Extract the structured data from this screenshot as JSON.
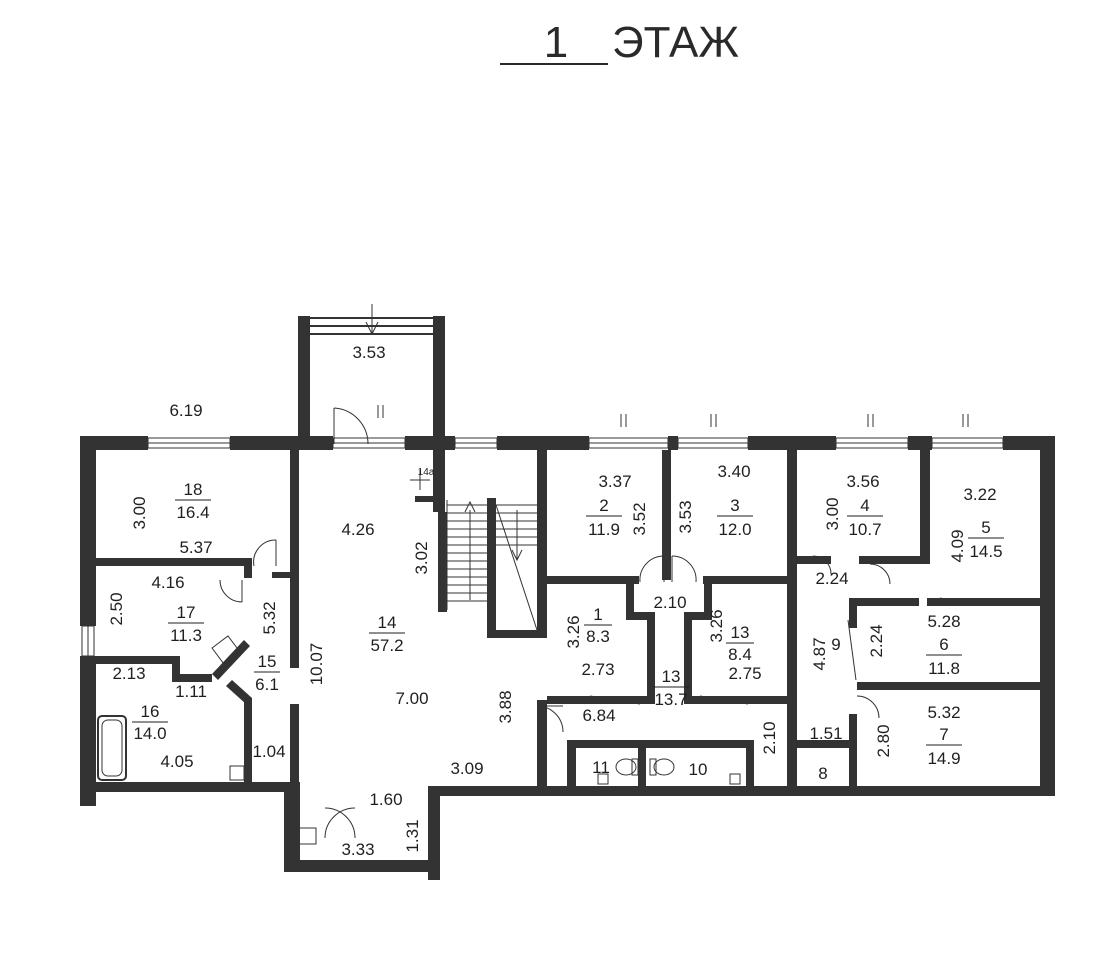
{
  "title": {
    "number": "1",
    "word": "ЭТАЖ"
  },
  "rooms": [
    {
      "id": "r1",
      "num": "1",
      "area": "8.3"
    },
    {
      "id": "r2",
      "num": "2",
      "area": "11.9"
    },
    {
      "id": "r3",
      "num": "3",
      "area": "12.0"
    },
    {
      "id": "r4",
      "num": "4",
      "area": "10.7"
    },
    {
      "id": "r5",
      "num": "5",
      "area": "14.5"
    },
    {
      "id": "r6",
      "num": "6",
      "area": "11.8"
    },
    {
      "id": "r7",
      "num": "7",
      "area": "14.9"
    },
    {
      "id": "r13a",
      "num": "13",
      "area": "8.4"
    },
    {
      "id": "r13b",
      "num": "13",
      "area": "13.7"
    },
    {
      "id": "r14",
      "num": "14",
      "area": "57.2"
    },
    {
      "id": "r15",
      "num": "15",
      "area": "6.1"
    },
    {
      "id": "r16",
      "num": "16",
      "area": "14.0"
    },
    {
      "id": "r17",
      "num": "17",
      "area": "11.3"
    },
    {
      "id": "r18",
      "num": "18",
      "area": "16.4"
    }
  ],
  "plain_labels": [
    {
      "id": "l8",
      "text": "8"
    },
    {
      "id": "l9",
      "text": "9"
    },
    {
      "id": "l10",
      "text": "10"
    },
    {
      "id": "l11",
      "text": "11"
    },
    {
      "id": "l14a",
      "text": "14а"
    }
  ],
  "dimensions": [
    {
      "id": "d353",
      "text": "3.53"
    },
    {
      "id": "d619",
      "text": "6.19"
    },
    {
      "id": "d300a",
      "text": "3.00"
    },
    {
      "id": "d537",
      "text": "5.37"
    },
    {
      "id": "d416",
      "text": "4.16"
    },
    {
      "id": "d250",
      "text": "2.50"
    },
    {
      "id": "d532a",
      "text": "5.32"
    },
    {
      "id": "d213",
      "text": "2.13"
    },
    {
      "id": "d111",
      "text": "1.11"
    },
    {
      "id": "d405",
      "text": "4.05"
    },
    {
      "id": "d104",
      "text": "1.04"
    },
    {
      "id": "d426",
      "text": "4.26"
    },
    {
      "id": "d302",
      "text": "3.02"
    },
    {
      "id": "d1007",
      "text": "10.07"
    },
    {
      "id": "d700",
      "text": "7.00"
    },
    {
      "id": "d388",
      "text": "3.88"
    },
    {
      "id": "d309",
      "text": "3.09"
    },
    {
      "id": "d160",
      "text": "1.60"
    },
    {
      "id": "d333",
      "text": "3.33"
    },
    {
      "id": "d131",
      "text": "1.31"
    },
    {
      "id": "d337",
      "text": "3.37"
    },
    {
      "id": "d352",
      "text": "3.52"
    },
    {
      "id": "d340",
      "text": "3.40"
    },
    {
      "id": "d353b",
      "text": "3.53"
    },
    {
      "id": "d356",
      "text": "3.56"
    },
    {
      "id": "d300b",
      "text": "3.00"
    },
    {
      "id": "d322",
      "text": "3.22"
    },
    {
      "id": "d409",
      "text": "4.09"
    },
    {
      "id": "d210a",
      "text": "2.10"
    },
    {
      "id": "d326a",
      "text": "3.26"
    },
    {
      "id": "d273",
      "text": "2.73"
    },
    {
      "id": "d326b",
      "text": "3.26"
    },
    {
      "id": "d275",
      "text": "2.75"
    },
    {
      "id": "d684",
      "text": "6.84"
    },
    {
      "id": "d210b",
      "text": "2.10"
    },
    {
      "id": "d224a",
      "text": "2.24"
    },
    {
      "id": "d487",
      "text": "4.87"
    },
    {
      "id": "d224b",
      "text": "2.24"
    },
    {
      "id": "d528",
      "text": "5.28"
    },
    {
      "id": "d151",
      "text": "1.51"
    },
    {
      "id": "d280",
      "text": "2.80"
    },
    {
      "id": "d532b",
      "text": "5.32"
    }
  ]
}
